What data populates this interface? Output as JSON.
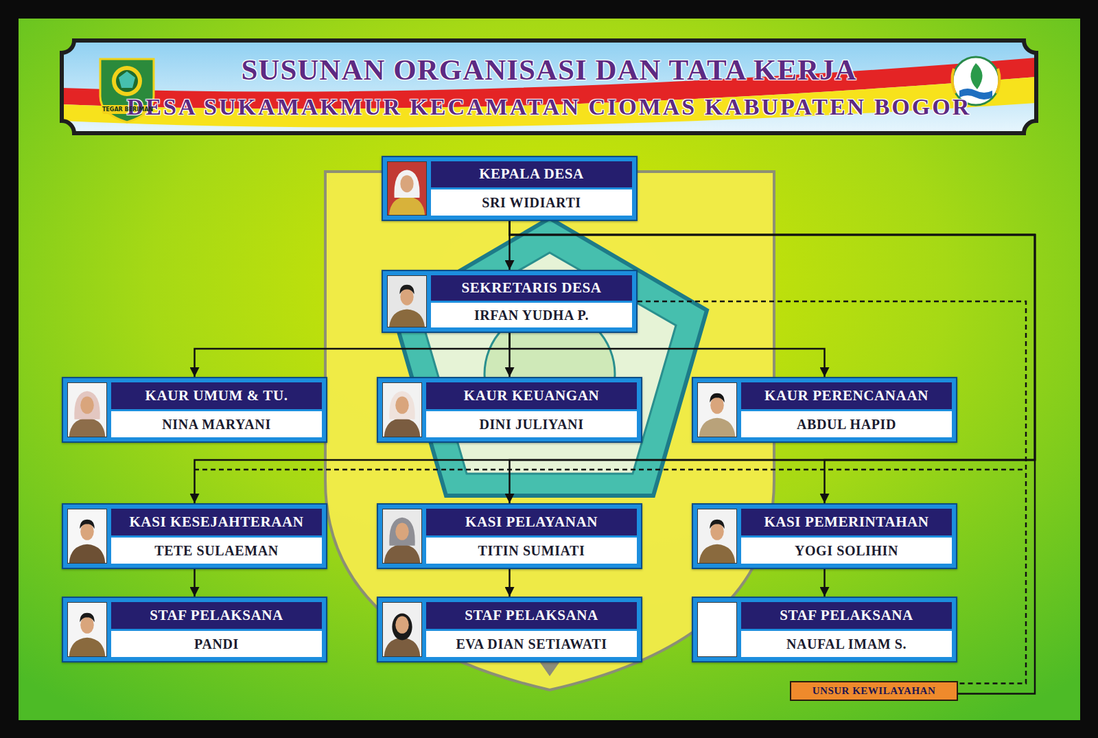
{
  "diagram": {
    "title": "SUSUNAN ORGANISASI DAN TATA KERJA",
    "nodes": [
      {
        "text": [
          "KEPALA DESA",
          "SRI WIDIARTI"
        ]
      },
      {
        "text": [
          "SEKRETARIS DESA",
          "IRFAN YUDHA P."
        ]
      },
      {
        "text": [
          "KAUR UMUM & TU.",
          "NINA MARYANI"
        ]
      },
      {
        "text": [
          "KAUR KEUANGAN",
          "DINI JULIYANI"
        ]
      },
      {
        "text": [
          "KAUR PERENCANAAN",
          "ABDUL HAPID"
        ]
      },
      {
        "text": [
          "KASI KESEJAHTERAAN",
          "TETE SULAEMAN"
        ]
      },
      {
        "text": [
          "KASI PELAYANAN",
          "TITIN SUMIATI"
        ]
      },
      {
        "text": [
          "KASI PEMERINTAHAN",
          "YOGI SOLIHIN"
        ]
      },
      {
        "text": [
          "STAF PELAKSANA",
          "PANDI"
        ]
      },
      {
        "text": [
          "STAF PELAKSANA",
          "EVA DIAN SETIAWATI"
        ]
      },
      {
        "text": [
          "STAF PELAKSANA",
          "NAUFAL IMAM S."
        ]
      },
      {
        "text": [
          "UNSUR KEWILAYAHAN"
        ]
      }
    ],
    "edges": [
      {
        "from": 0,
        "to": 1,
        "arrow": "to"
      },
      {
        "from": 1,
        "to": 2,
        "arrow": "to"
      },
      {
        "from": 1,
        "to": 3,
        "arrow": "to"
      },
      {
        "from": 1,
        "to": 4,
        "arrow": "to"
      },
      {
        "from": 0,
        "to": 5,
        "arrow": "to"
      },
      {
        "from": 0,
        "to": 6,
        "arrow": "to"
      },
      {
        "from": 0,
        "to": 7,
        "arrow": "to"
      },
      {
        "from": 5,
        "to": 8,
        "arrow": "to"
      },
      {
        "from": 6,
        "to": 9,
        "arrow": "to"
      },
      {
        "from": 7,
        "to": 10,
        "arrow": "to"
      },
      {
        "from": 0,
        "to": 11,
        "arrow": "none"
      },
      {
        "from": 1,
        "to": 11,
        "arrow": "none"
      }
    ],
    "labels": [
      "DESA SUKAMAKMUR KECAMATAN CIOMAS KABUPATEN BOGOR",
      "TEGAR BERIMAN"
    ]
  }
}
